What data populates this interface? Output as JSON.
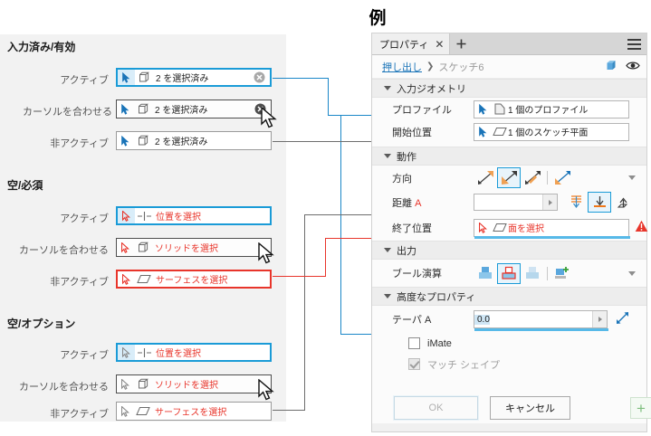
{
  "page": {
    "title": "例"
  },
  "left_panel": {
    "groups": [
      {
        "title": "入力済み/有効",
        "rows": [
          {
            "label": "アクティブ",
            "state": "active",
            "geom": "solid-icon",
            "text": "2 を選択済み",
            "text_color": "black",
            "clear": true
          },
          {
            "label": "カーソルを合わせる",
            "state": "hover",
            "geom": "solid-icon",
            "text": "2 を選択済み",
            "text_color": "black",
            "clear": true
          },
          {
            "label": "非アクティブ",
            "state": "inactive",
            "geom": "solid-icon",
            "text": "2 を選択済み",
            "text_color": "black",
            "clear": false
          }
        ]
      },
      {
        "title": "空/必須",
        "rows": [
          {
            "label": "アクティブ",
            "state": "active",
            "geom": "point-icon",
            "text": "位置を選択",
            "text_color": "red",
            "clear": false
          },
          {
            "label": "カーソルを合わせる",
            "state": "hover",
            "geom": "solid-icon",
            "text": "ソリッドを選択",
            "text_color": "red",
            "clear": false
          },
          {
            "label": "非アクティブ",
            "state": "error",
            "geom": "surface-icon",
            "text": "サーフェスを選択",
            "text_color": "red",
            "clear": false
          }
        ]
      },
      {
        "title": "空/オプション",
        "rows": [
          {
            "label": "アクティブ",
            "state": "active",
            "geom": "point-icon",
            "text": "位置を選択",
            "text_color": "red",
            "clear": false
          },
          {
            "label": "カーソルを合わせる",
            "state": "hover",
            "geom": "solid-icon",
            "text": "ソリッドを選択",
            "text_color": "red",
            "clear": false
          },
          {
            "label": "非アクティブ",
            "state": "inactive",
            "geom": "surface-icon",
            "text": "サーフェスを選択",
            "text_color": "red",
            "clear": false
          }
        ]
      }
    ]
  },
  "props_panel": {
    "tab": {
      "label": "プロパティ",
      "close_icon": "✕",
      "add_icon": "✚",
      "menu_icon": "hamburger-icon"
    },
    "breadcrumb": {
      "main": "押し出し",
      "separator": "❯",
      "sub": "スケッチ6",
      "icons": [
        "cube-icon",
        "eye-icon"
      ]
    },
    "sections": [
      {
        "id": "input-geometry",
        "title": "入力ジオメトリ",
        "rows": [
          {
            "label": "プロファイル",
            "geom": "profile-icon",
            "text": "1 個のプロファイル",
            "text_color": "black"
          },
          {
            "label": "開始位置",
            "geom": "surface-icon",
            "text": "1 個のスケッチ平面",
            "text_color": "black"
          }
        ]
      },
      {
        "id": "behavior",
        "title": "動作",
        "direction": {
          "label": "方向",
          "buttons": [
            "direction-one-icon",
            "direction-flipped-icon",
            "direction-symmetric-icon",
            "direction-asymmetric-icon"
          ],
          "selected_index": 1,
          "dropdown_icon": "chevron-down-icon"
        },
        "distance": {
          "label": "距離",
          "label_suffix": "A",
          "value": "",
          "spinner_icon": "spinner-arrow-icon",
          "extent_buttons": [
            "extent-all-icon",
            "extent-to-icon",
            "extent-to-next-icon"
          ],
          "selected_extent_index": 1
        },
        "end_position": {
          "label": "終了位置",
          "geom": "surface-icon",
          "text": "面を選択",
          "text_color": "red",
          "warning_icon": "warning-triangle-icon"
        }
      },
      {
        "id": "output",
        "title": "出力",
        "boolean": {
          "label": "ブール演算",
          "buttons": [
            "join-icon",
            "cut-icon",
            "intersect-icon",
            "new-solid-icon"
          ],
          "selected_index": 1,
          "dropdown_icon": "chevron-down-icon"
        }
      },
      {
        "id": "advanced",
        "title": "高度なプロパティ",
        "taper": {
          "label": "テーパ",
          "label_suffix": "A",
          "value": "0.0",
          "spinner_icon": "spinner-arrow-icon",
          "measure_icon": "measure-arrow-icon"
        },
        "checkboxes": [
          {
            "label": "iMate",
            "checked": false,
            "enabled": true
          },
          {
            "label": "マッチ シェイプ",
            "checked": true,
            "enabled": false
          }
        ]
      }
    ],
    "buttons": {
      "ok": "OK",
      "cancel": "キャンセル",
      "plus": "+"
    }
  },
  "colors": {
    "accent_blue": "#1a9bd7",
    "link_blue": "#1a74b8",
    "error_red": "#e8352b",
    "panel_gray": "#f2f2f2",
    "section_gray": "#ededed"
  }
}
